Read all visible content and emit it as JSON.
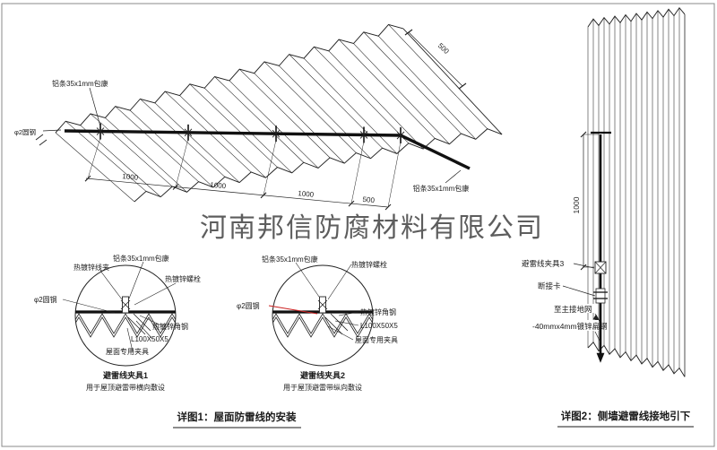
{
  "watermark": "河南邦信防腐材料有限公司",
  "colors": {
    "ink": "#1a1a1a",
    "red": "#cc2222",
    "watermark": "#a8a8a8"
  },
  "roof": {
    "label_strip_top": "铝条35x1mm包康",
    "label_rod": "φ2圆钢",
    "label_strip_right": "铝条35x1mm包康",
    "dims_bottom": [
      "1000",
      "1000",
      "1000",
      "500"
    ],
    "dim_edge": "500"
  },
  "detail1": {
    "labels": {
      "wire_clip": "热镀锌线夹",
      "alu_strip": "铝条35x1mm包康",
      "bolt": "热镀锌螺栓",
      "rod": "φ2圆钢",
      "angle_steel": "热镀锌角钢",
      "angle_size": "L100X50X5",
      "roof_clamp": "屋面专用夹具"
    },
    "title": "避雷线夹具1",
    "subtitle": "用于屋顶避雷带横向敷设"
  },
  "detail2": {
    "labels": {
      "alu_strip": "铝条35x1mm包康",
      "bolt": "热镀锌螺栓",
      "rod": "φ2圆钢",
      "angle_steel": "热镀锌角钢",
      "angle_size": "L100X50X5",
      "roof_clamp": "屋面专用夹具"
    },
    "title": "避雷线夹具2",
    "subtitle": "用于屋顶避雷带纵向敷设"
  },
  "wall": {
    "dim": "1000",
    "clamp3": "避雷线夹具3",
    "disconnect": "断接卡",
    "to_ground": "至主接地网",
    "flat_steel": "-40mmx4mm镀锌扁钢"
  },
  "captions": {
    "detail1": "详图1：屋面防雷线的安装",
    "detail2": "详图2：侧墙避雷线接地引下"
  }
}
